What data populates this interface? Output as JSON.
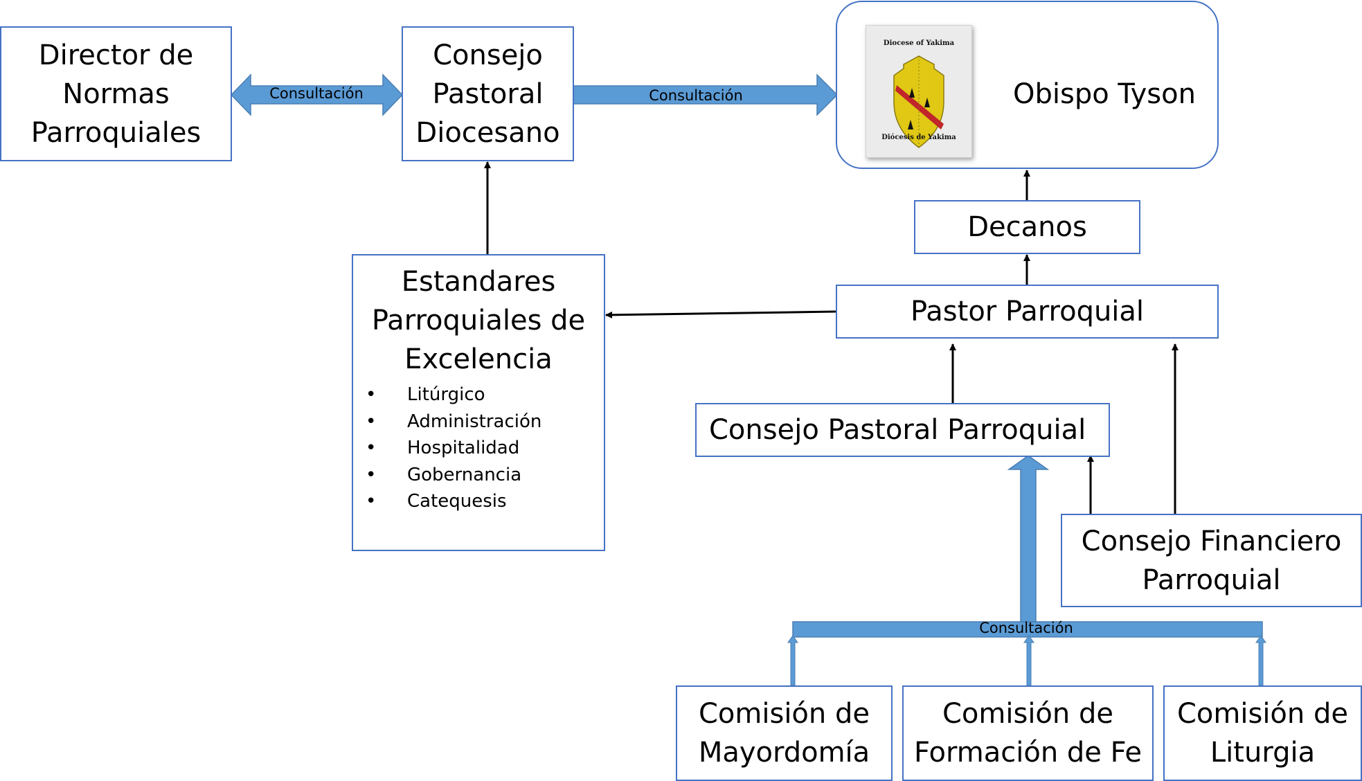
{
  "colors": {
    "border": "#4472c4",
    "arrow_fill": "#5b9bd5",
    "line": "#000000"
  },
  "boxes": {
    "director": [
      "Director de",
      "Normas",
      "Parroquiales"
    ],
    "diocesan_council": [
      "Consejo",
      "Pastoral",
      "Diocesano"
    ],
    "bishop": "Obispo Tyson",
    "deans": "Decanos",
    "pastor": "Pastor Parroquial",
    "standards": {
      "title": [
        "Estandares",
        "Parroquiales de",
        "Excelencia"
      ],
      "items": [
        "Litúrgico",
        "Administración",
        "Hospitalidad",
        "Gobernancia",
        "Catequesis"
      ]
    },
    "parish_council": "Consejo Pastoral Parroquial",
    "finance_council": [
      "Consejo Financiero",
      "Parroquial"
    ],
    "stewardship": [
      "Comisión de",
      "Mayordomía"
    ],
    "faith_formation": [
      "Comisión de",
      "Formación de Fe"
    ],
    "liturgy": [
      "Comisión de",
      "Liturgia"
    ]
  },
  "seal": {
    "top_text": "Diocese of Yakima",
    "bottom_text": "Diócesis de Yakima"
  },
  "labels": {
    "director_consult": "Consultación",
    "bishop_consult": "Consultación",
    "commissions_consult": "Consultación"
  }
}
